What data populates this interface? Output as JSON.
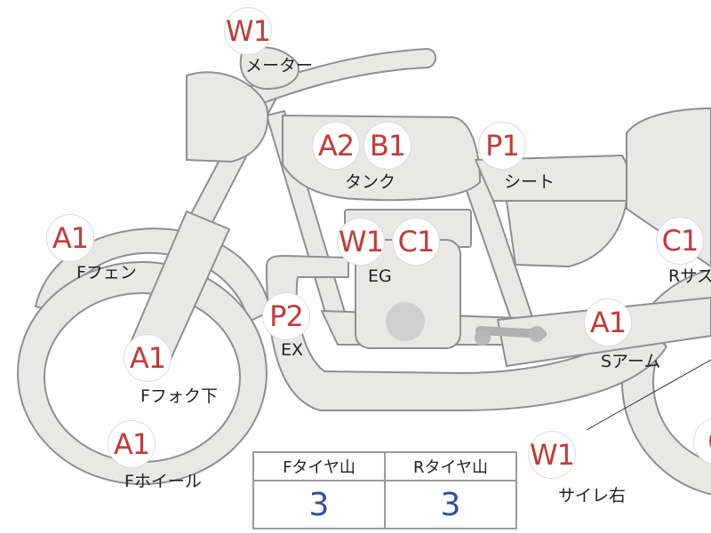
{
  "parts": {
    "meter": {
      "label": "メーター",
      "grade": "W1"
    },
    "tank": {
      "label": "タンク",
      "grades": [
        "A2",
        "B1"
      ]
    },
    "seat": {
      "label": "シート",
      "grade": "P1"
    },
    "front_fender": {
      "label": "Fフェン",
      "grade": "A1"
    },
    "engine": {
      "label": "EG",
      "grades": [
        "W1",
        "C1"
      ]
    },
    "rear_suspension": {
      "label": "Rサス",
      "grade": "C1"
    },
    "exhaust": {
      "label": "EX",
      "grade": "P2"
    },
    "front_fork_lower": {
      "label": "Fフォク下",
      "grade": "A1"
    },
    "swing_arm": {
      "label": "Sアーム",
      "grade": "A1"
    },
    "front_wheel": {
      "label": "Fホイール",
      "grade": "A1"
    },
    "silencer_right": {
      "label": "サイレ右",
      "grade": "W1"
    },
    "rear_edge_badge": {
      "grade": "C"
    }
  },
  "tire_table": {
    "headers": [
      "Fタイヤ山",
      "Rタイヤ山"
    ],
    "values": [
      "3",
      "3"
    ]
  },
  "colors": {
    "grade_text": "#c23b3b",
    "tire_value_text": "#2f4f9e",
    "body_fill": "#e8e8e7",
    "outline": "#8f8f8f"
  }
}
